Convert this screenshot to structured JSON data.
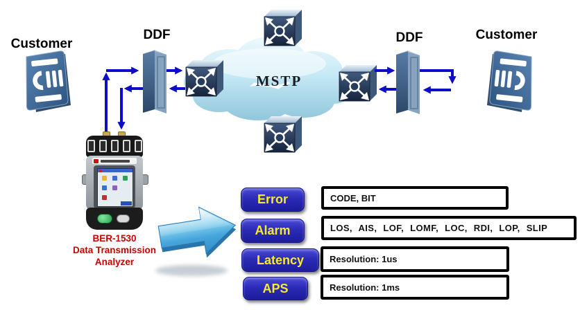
{
  "diagram": {
    "labels": {
      "customer_left": "Customer",
      "ddf_left": "DDF",
      "cloud": "MSTP",
      "ddf_right": "DDF",
      "customer_right": "Customer"
    },
    "analyzer": {
      "caption_line1": "BER-1530",
      "caption_line2": "Data Transmission",
      "caption_line3": "Analyzer"
    },
    "measurements": [
      {
        "button": "Error",
        "detail": "CODE, BIT"
      },
      {
        "button": "Alarm",
        "detail": "LOS, AIS, LOF, LOMF, LOC, RDI, LOP, SLIP"
      },
      {
        "button": "Latency",
        "detail": "Resolution: 1us"
      },
      {
        "button": "APS",
        "detail": "Resolution: 1ms"
      }
    ],
    "colors": {
      "line_blue": "#0d0dc8",
      "button_blue": "#2b2bb6",
      "button_text_yellow": "#f8ea2e",
      "caption_red": "#cc0000",
      "cloud_fill": "#aee0f0"
    }
  }
}
